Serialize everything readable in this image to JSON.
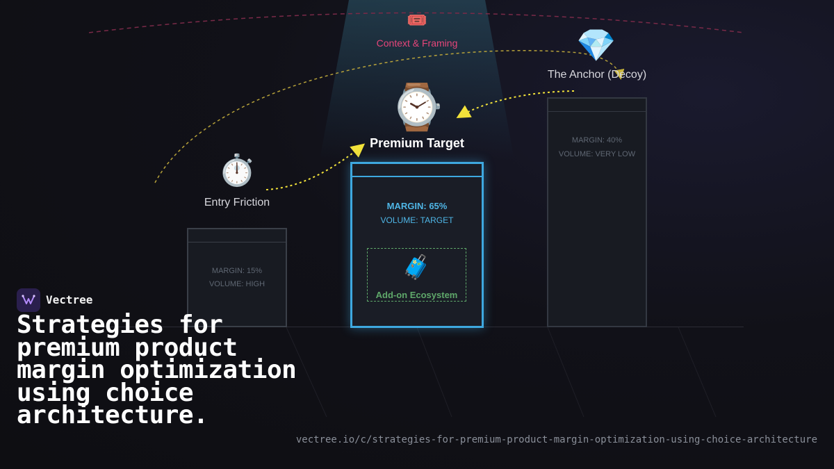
{
  "diagram": {
    "context": {
      "icon": "ticket-icon",
      "glyph": "🎟️",
      "label": "Context & Framing"
    },
    "anchor": {
      "icon": "diamond-icon",
      "glyph": "💎",
      "label": "The Anchor (Decoy)",
      "margin": "MARGIN: 40%",
      "volume": "VOLUME: VERY LOW"
    },
    "premium": {
      "icon": "watch-icon",
      "glyph": "⌚",
      "label": "Premium Target",
      "margin": "MARGIN: 65%",
      "volume": "VOLUME: TARGET"
    },
    "entry": {
      "icon": "stopwatch-icon",
      "glyph": "⏱️",
      "label": "Entry Friction",
      "margin": "MARGIN: 15%",
      "volume": "VOLUME: HIGH"
    },
    "addon": {
      "icon": "luggage-icon",
      "glyph": "🧳",
      "label": "Add-on Ecosystem"
    },
    "colors": {
      "accent_blue": "#3ea8df",
      "arrow_yellow": "#f2e23a",
      "context_pink": "#e6457a",
      "addon_green": "#5fa86a"
    }
  },
  "brand": {
    "name": "Vectree",
    "logo_icon": "vectree-logo-icon"
  },
  "headline": "Strategies for premium product margin optimization using choice architecture.",
  "url": "vectree.io/c/strategies-for-premium-product-margin-optimization-using-choice-architecture"
}
